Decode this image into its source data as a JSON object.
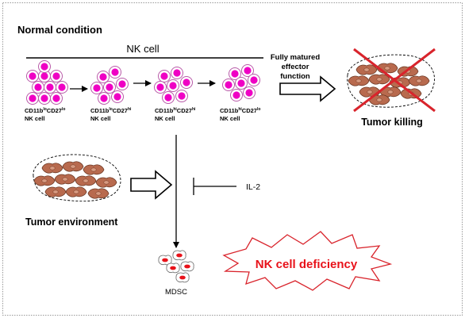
{
  "title": "Normal condition",
  "nk_cell_label": "NK cell",
  "stages": [
    {
      "main": "CD11b",
      "sup1": "lo",
      "mid": "CD27",
      "sup2": "lo",
      "sub": "NK cell"
    },
    {
      "main": "CD11b",
      "sup1": "lo",
      "mid": "CD27",
      "sup2": "hi",
      "sub": "NK cell"
    },
    {
      "main": "CD11b",
      "sup1": "hi",
      "mid": "CD27",
      "sup2": "hi",
      "sub": "NK cell"
    },
    {
      "main": "CD11b",
      "sup1": "hi",
      "mid": "CD27",
      "sup2": "lo",
      "sub": "NK cell"
    }
  ],
  "effector_label": [
    "Fully matured",
    "effector",
    "function"
  ],
  "tumor_killing": "Tumor killing",
  "tumor_environment": "Tumor environment",
  "il2": "IL-2",
  "mdsc": "MDSC",
  "deficiency": "NK cell deficiency",
  "colors": {
    "nk_nucleus": "#ef00c4",
    "tumor_cell": "#b86a4e",
    "cross": "#d9242c",
    "deficiency_text": "#e8121a",
    "mdsc_nucleus": "#e8121a"
  }
}
